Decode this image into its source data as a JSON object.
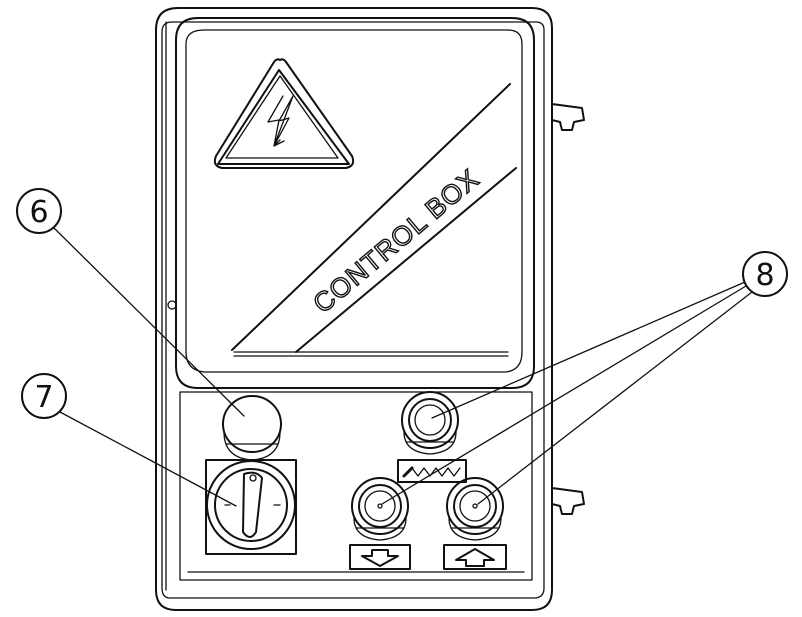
{
  "panel": {
    "label": "CONTROL BOX"
  },
  "callouts": [
    {
      "id": "c6",
      "label": "6"
    },
    {
      "id": "c7",
      "label": "7"
    },
    {
      "id": "c8",
      "label": "8"
    }
  ],
  "icons": {
    "warning": "high-voltage-warning-icon",
    "heater": "heating-element-icon",
    "down": "arrow-down-icon",
    "up": "arrow-up-icon"
  },
  "colors": {
    "line": "#111111",
    "background": "#ffffff"
  }
}
